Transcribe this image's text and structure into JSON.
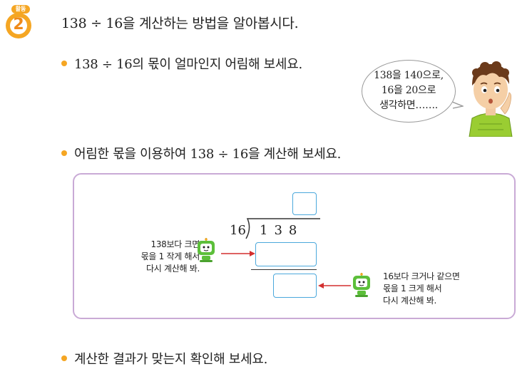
{
  "badge": {
    "label": "활동",
    "number": "2"
  },
  "title": "138 ÷ 16을 계산하는 방법을 알아봅시다.",
  "bullets": [
    "138 ÷ 16의 몫이 얼마인지 어림해 보세요.",
    "어림한 몫을 이용하여 138 ÷ 16을 계산해 보세요.",
    "계산한 결과가 맞는지 확인해 보세요."
  ],
  "speech_bubble": {
    "lines": [
      "138을 140으로,",
      "16을 20으로",
      "생각하면……."
    ]
  },
  "long_division": {
    "divisor": "16",
    "dividend": "138",
    "quotient_value": "",
    "product_value": "",
    "remainder_value": ""
  },
  "notes": {
    "left": [
      "138보다 크면",
      "몫을 1 작게 해서",
      "다시 계산해 봐."
    ],
    "right": [
      "16보다 크거나 같으면",
      "몫을 1 크게 해서",
      "다시 계산해 봐."
    ]
  },
  "colors": {
    "accent_orange": "#f5a623",
    "box_border": "#c9aad6",
    "answer_border": "#4ba8dc",
    "arrow_red": "#d32f2f",
    "robot_green": "#5cbf3a"
  }
}
